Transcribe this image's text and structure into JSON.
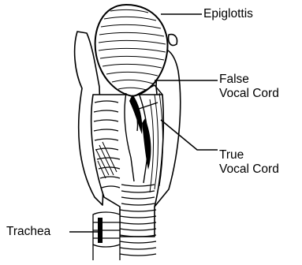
{
  "labels": {
    "epiglottis": "Epiglottis",
    "false_vocal_cord": [
      "False",
      "Vocal Cord"
    ],
    "true_vocal_cord": [
      "True",
      "Vocal Cord"
    ],
    "trachea": "Trachea"
  },
  "colors": {
    "ink": "#000000",
    "background": "#ffffff"
  }
}
